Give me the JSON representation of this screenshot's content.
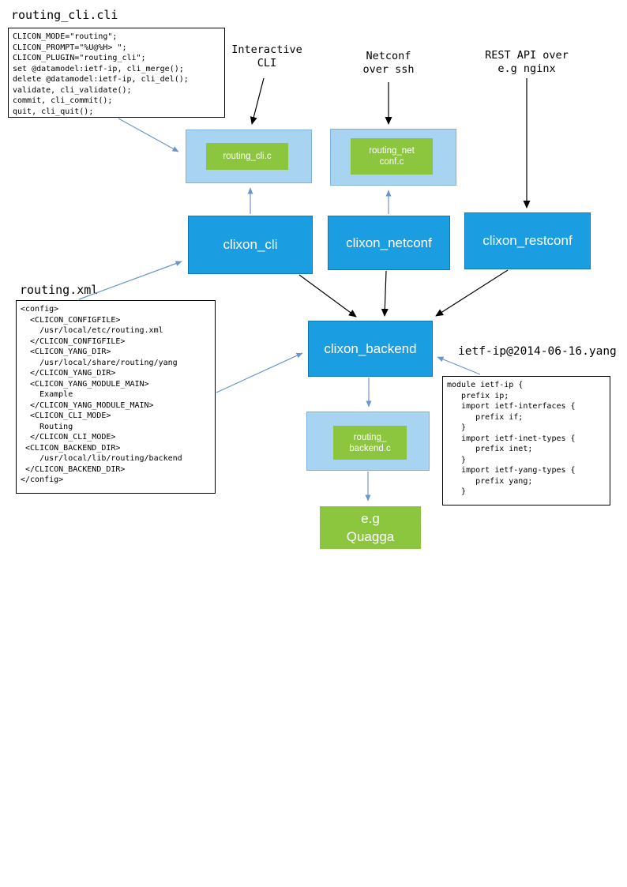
{
  "colors": {
    "node_blue": "#1b9de2",
    "node_blue_border": "#0e7ab8",
    "container_blue": "#a8d4f2",
    "container_blue_border": "#7db3e0",
    "plugin_green": "#8cc63e",
    "arrow_blue": "#6a96c8",
    "arrow_black": "#000000"
  },
  "files": {
    "routing_cli_label": "routing_cli.cli",
    "routing_xml_label": "routing.xml",
    "ietf_yang_label": "ietf-ip@2014-06-16.yang"
  },
  "protocol_labels": {
    "interactive_cli": "Interactive\nCLI",
    "netconf_ssh": "Netconf\nover ssh",
    "rest_api": "REST API over\ne.g nginx"
  },
  "code": {
    "routing_cli": "CLICON_MODE=\"routing\";\nCLICON_PROMPT=\"%U@%H> \";\nCLICON_PLUGIN=\"routing_cli\";\nset @datamodel:ietf-ip, cli_merge();\ndelete @datamodel:ietf-ip, cli_del();\nvalidate, cli_validate();\ncommit, cli_commit();\nquit, cli_quit();",
    "routing_xml": "<config>\n  <CLICON_CONFIGFILE>\n    /usr/local/etc/routing.xml\n  </CLICON_CONFIGFILE>\n  <CLICON_YANG_DIR>\n    /usr/local/share/routing/yang\n  </CLICON_YANG_DIR>\n  <CLICON_YANG_MODULE_MAIN>\n    Example\n  </CLICON_YANG_MODULE_MAIN>\n  <CLICON_CLI_MODE>\n    Routing\n  </CLICON_CLI_MODE>\n <CLICON_BACKEND_DIR>\n    /usr/local/lib/routing/backend\n </CLICON_BACKEND_DIR>\n</config>",
    "ietf_yang": "module ietf-ip {\n   prefix ip;\n   import ietf-interfaces {\n      prefix if;\n   }\n   import ietf-inet-types {\n      prefix inet;\n   }\n   import ietf-yang-types {\n      prefix yang;\n   }"
  },
  "nodes": {
    "clixon_cli": "clixon_cli",
    "clixon_netconf": "clixon_netconf",
    "clixon_restconf": "clixon_restconf",
    "clixon_backend": "clixon_backend",
    "plugin_cli": "routing_cli.c",
    "plugin_netconf": "routing_net\nconf.c",
    "plugin_backend": "routing_\nbackend.c",
    "quagga": "e.g\nQuagga"
  }
}
